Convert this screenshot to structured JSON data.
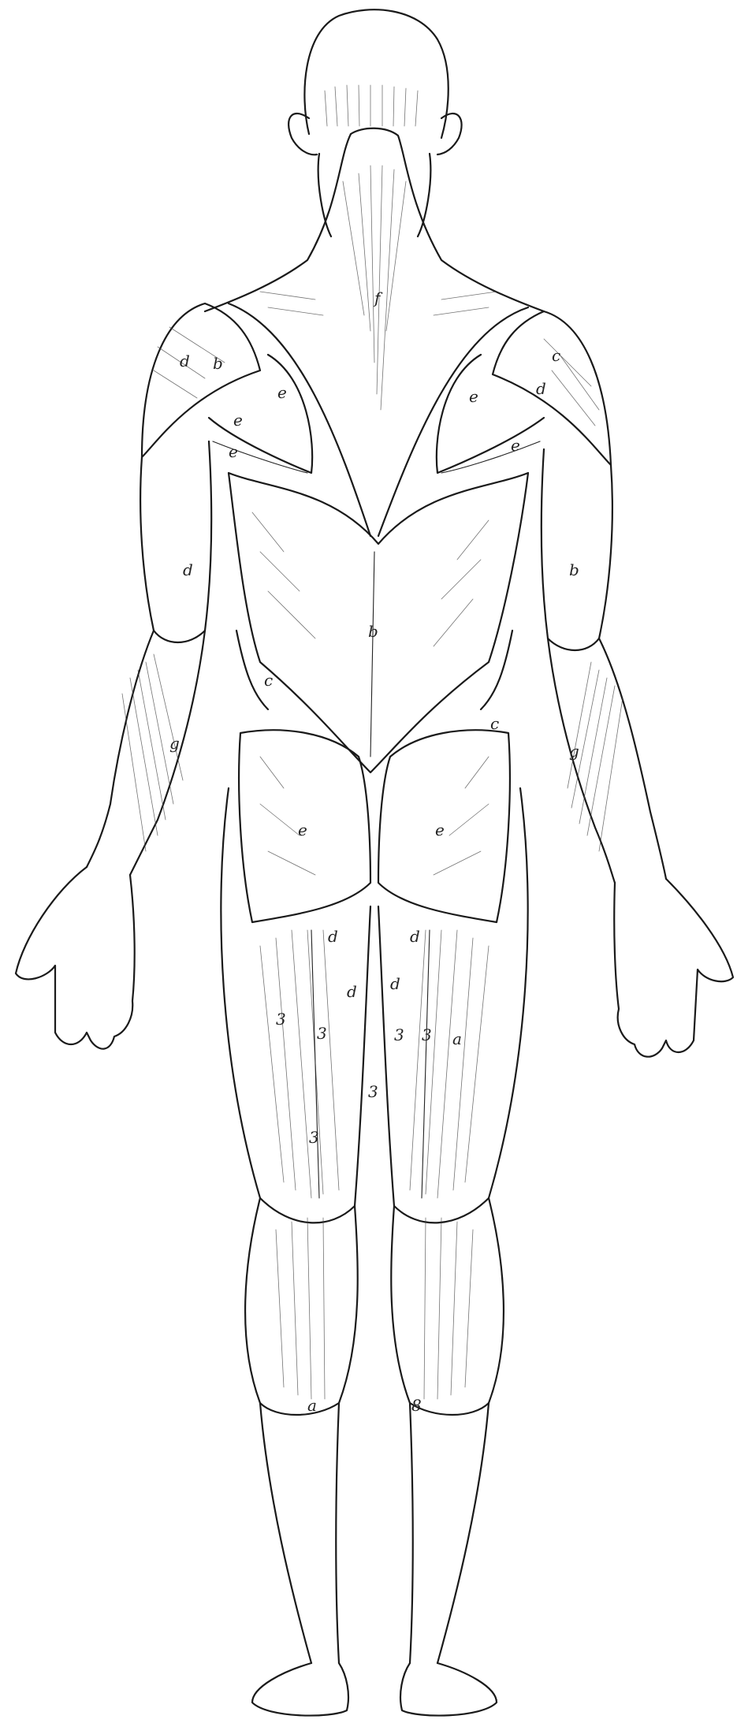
{
  "labels": [
    {
      "id": "trapezius",
      "text": "f"
    },
    {
      "id": "deltoid-left-1",
      "text": "d"
    },
    {
      "id": "deltoid-left-2",
      "text": "b"
    },
    {
      "id": "infraspinatus-left",
      "text": "e"
    },
    {
      "id": "teres-left",
      "text": "e"
    },
    {
      "id": "rhomboid-left",
      "text": "e"
    },
    {
      "id": "deltoid-right-1",
      "text": "c"
    },
    {
      "id": "deltoid-right-2",
      "text": "d"
    },
    {
      "id": "infraspinatus-right",
      "text": "e"
    },
    {
      "id": "teres-right",
      "text": "e"
    },
    {
      "id": "triceps-left",
      "text": "d"
    },
    {
      "id": "triceps-right",
      "text": "b"
    },
    {
      "id": "latissimus",
      "text": "b"
    },
    {
      "id": "oblique-left",
      "text": "c"
    },
    {
      "id": "oblique-right",
      "text": "c"
    },
    {
      "id": "gluteus-left",
      "text": "e"
    },
    {
      "id": "gluteus-right",
      "text": "e"
    },
    {
      "id": "forearm-left",
      "text": "g"
    },
    {
      "id": "forearm-right",
      "text": "g"
    },
    {
      "id": "hamstring-left-1",
      "text": "d"
    },
    {
      "id": "hamstring-left-2",
      "text": "d"
    },
    {
      "id": "hamstring-left-3",
      "text": "3"
    },
    {
      "id": "hamstring-left-4",
      "text": "3"
    },
    {
      "id": "hamstring-left-5",
      "text": "3"
    },
    {
      "id": "hamstring-right-1",
      "text": "d"
    },
    {
      "id": "hamstring-right-2",
      "text": "d"
    },
    {
      "id": "hamstring-right-3",
      "text": "3"
    },
    {
      "id": "hamstring-right-4",
      "text": "3"
    },
    {
      "id": "hamstring-right-5",
      "text": "a"
    },
    {
      "id": "adductor",
      "text": "3"
    },
    {
      "id": "calf-left",
      "text": "a"
    },
    {
      "id": "calf-right",
      "text": "8"
    }
  ]
}
